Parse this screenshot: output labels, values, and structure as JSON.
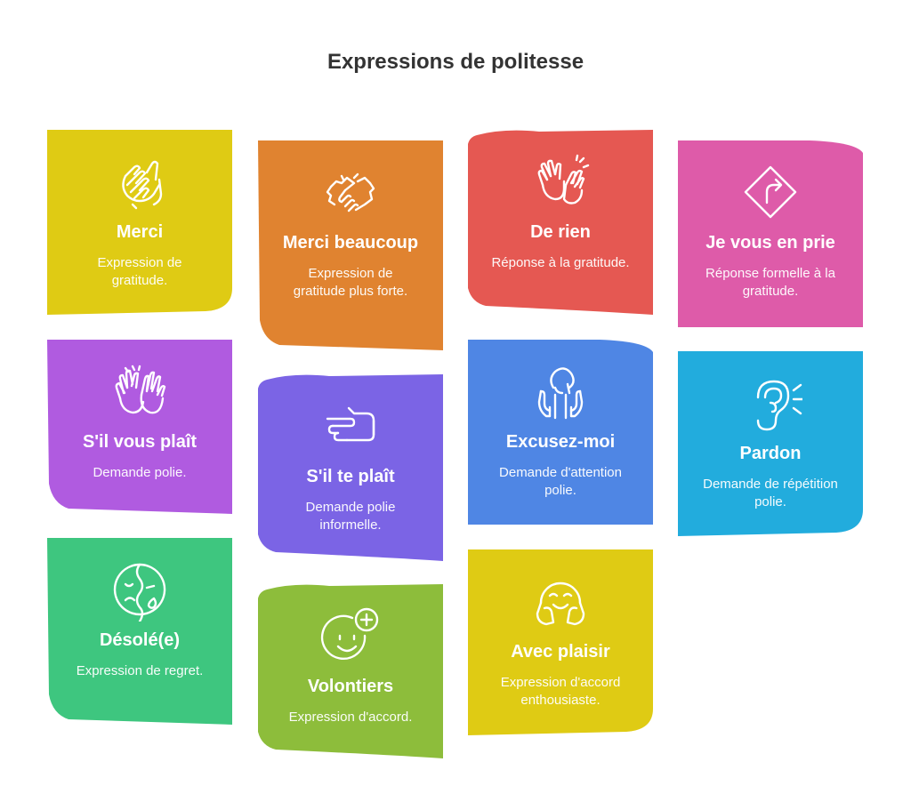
{
  "title": "Expressions de politesse",
  "cards": [
    {
      "title": "Merci",
      "desc": "Expression de gratitude.",
      "color": "#DFCB14",
      "icon": "clapping-hands-icon"
    },
    {
      "title": "Merci beaucoup",
      "desc": "Expression de gratitude plus forte.",
      "color": "#E08330",
      "icon": "handshake-icon"
    },
    {
      "title": "De rien",
      "desc": "Réponse à la gratitude.",
      "color": "#E55852",
      "icon": "waving-hands-icon"
    },
    {
      "title": "Je vous en prie",
      "desc": "Réponse formelle à la gratitude.",
      "color": "#DE5BA9",
      "icon": "turn-sign-icon"
    },
    {
      "title": "S'il vous plaît",
      "desc": "Demande polie.",
      "color": "#B05BE0",
      "icon": "raised-hands-icon"
    },
    {
      "title": "S'il te plaît",
      "desc": "Demande polie informelle.",
      "color": "#7B64E5",
      "icon": "pointing-hand-icon"
    },
    {
      "title": "Excusez-moi",
      "desc": "Demande d'attention polie.",
      "color": "#4F86E4",
      "icon": "person-hands-icon"
    },
    {
      "title": "Pardon",
      "desc": "Demande de répétition polie.",
      "color": "#22ACDD",
      "icon": "ear-icon"
    },
    {
      "title": "Désolé(e)",
      "desc": "Expression de regret.",
      "color": "#3EC67F",
      "icon": "sad-face-icon"
    },
    {
      "title": "Volontiers",
      "desc": "Expression d'accord.",
      "color": "#8DBD3B",
      "icon": "smile-plus-icon"
    },
    {
      "title": "Avec plaisir",
      "desc": "Expression d'accord enthousiaste.",
      "color": "#DFCB14",
      "icon": "happy-face-hands-icon"
    }
  ]
}
